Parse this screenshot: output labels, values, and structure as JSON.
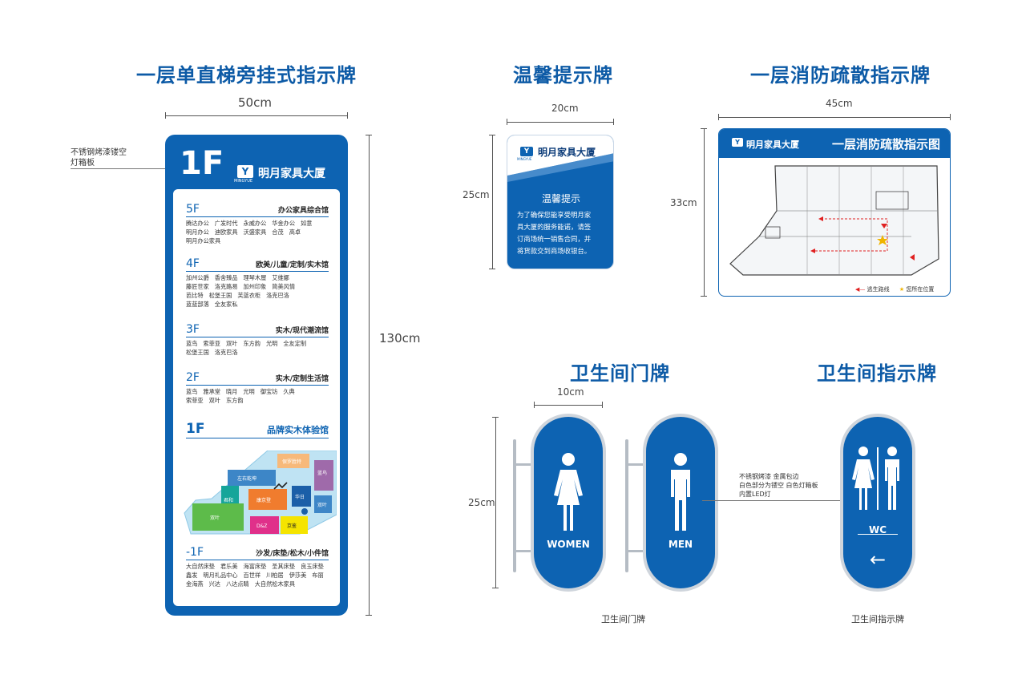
{
  "titles": {
    "directory": "一层单直梯旁挂式指示牌",
    "tips": "温馨提示牌",
    "evac": "一层消防疏散指示牌",
    "door": "卫生间门牌",
    "wc_guide": "卫生间指示牌"
  },
  "dimensions": {
    "dir_width": "50cm",
    "dir_height": "130cm",
    "tip_width": "20cm",
    "tip_height": "25cm",
    "evac_width": "45cm",
    "evac_height": "33cm",
    "door_width": "10cm",
    "door_height": "25cm"
  },
  "notes": {
    "dir_material_1": "不锈钢烤漆镂空",
    "dir_material_2": "灯箱板",
    "wc_material_1": "不锈钢烤漆   金属包边",
    "wc_material_2": "白色部分为镂空 白色灯箱板",
    "wc_material_3": "内置LED灯"
  },
  "brand": {
    "name": "明月家具大厦",
    "sub": "MINGYUE",
    "logo_letter": "Y"
  },
  "directory": {
    "floor_label": "1F",
    "floors": [
      {
        "num": "5F",
        "category": "办公家具综合馆",
        "brands": [
          [
            "腾达办公",
            "广发时代",
            "永威办公",
            "华金办公",
            "如意"
          ],
          [
            "明月办公",
            "迪欧家具",
            "沃盛家具",
            "合茂",
            "高卓"
          ],
          [
            "明月办公家具"
          ]
        ]
      },
      {
        "num": "4F",
        "category": "欧美/儿童/定制/实木馆",
        "brands": [
          [
            "加州公爵",
            "香舍臻品",
            "理琴木屋",
            "艾维娜"
          ],
          [
            "藤匠世家",
            "洛克路易",
            "加州印象",
            "简美风情"
          ],
          [
            "芭比特",
            "松堡王国",
            "芙蓝衣柜",
            "洛克巴洛"
          ],
          [
            "蓝蓝部落",
            "全友家私"
          ]
        ]
      },
      {
        "num": "3F",
        "category": "实木/现代潮流馆",
        "brands": [
          [
            "蓝鸟",
            "索菲亚",
            "双叶",
            "东方韵",
            "光明",
            "全友定制"
          ],
          [
            "松堡王国",
            "洛克巴洛"
          ]
        ]
      },
      {
        "num": "2F",
        "category": "实木/定制生活馆",
        "brands": [
          [
            "蓝鸟",
            "雅承堂",
            "晓月",
            "光明",
            "御宝坊",
            "久典"
          ],
          [
            "索菲亚",
            "双叶",
            "东方韵"
          ]
        ]
      },
      {
        "num": "1F",
        "category": "品牌实木体验馆",
        "brands": []
      },
      {
        "num": "-1F",
        "category": "沙发/床垫/松木/小件馆",
        "brands": [
          [
            "大自然床垫",
            "君乐美",
            "海富床垫",
            "圣其床垫",
            "良玉床垫"
          ],
          [
            "鑫发",
            "明月礼品中心",
            "百世祥",
            "川柏居",
            "伊莎美",
            "布丽"
          ],
          [
            "金海燕",
            "兴达",
            "八达点睛",
            "大自然松木家具"
          ]
        ]
      }
    ],
    "map_labels": {
      "baoluo": "保罗胜特",
      "zuoyou": "左右乾坤",
      "lanniao": "蓝鸟",
      "huari": "华日",
      "junhe": "君和",
      "kangjing": "康京登",
      "shuangye_r": "双叶",
      "shuangye": "双叶",
      "dz": "D&Z",
      "jingjian": "京鉴"
    }
  },
  "tips": {
    "heading": "温馨提示",
    "lines": [
      "为了确保您能享受明月家",
      "具大厦的服务能诺，请签",
      "订商场统一销售合同，并",
      "将货款交到商场收银台。"
    ]
  },
  "evac": {
    "heading": "一层消防疏散指示图",
    "legend_route": "逃生路线",
    "legend_here": "您所在位置"
  },
  "toilet": {
    "women": "WOMEN",
    "men": "MEN",
    "wc": "WC",
    "arrow": "←",
    "door_caption": "卫生间门牌",
    "guide_caption": "卫生间指示牌"
  }
}
